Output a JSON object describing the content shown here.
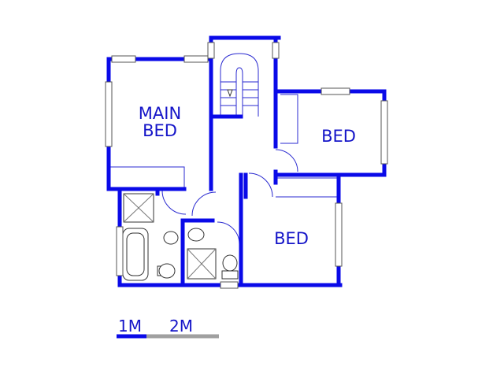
{
  "rooms": {
    "main_bed_line1": "MAIN",
    "main_bed_line2": "BED",
    "bed_right": "BED",
    "bed_bottom": "BED"
  },
  "scale": {
    "label_1m": "1M",
    "label_2m": "2M"
  },
  "colors": {
    "wall": "#0a0ae8",
    "label": "#1414c8",
    "scale_bar_active": "#0a0ae8",
    "scale_bar_rest": "#a0a0a0"
  }
}
